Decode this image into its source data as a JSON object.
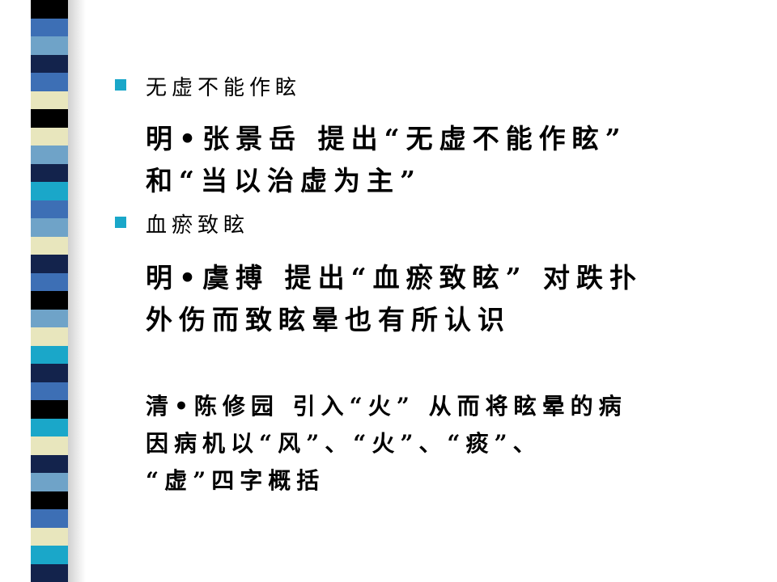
{
  "slide": {
    "stripes": [
      "#000000",
      "#3d6fb5",
      "#6fa3c8",
      "#13234c",
      "#3d6fb5",
      "#e8e6bd",
      "#000000",
      "#e8e6bd",
      "#6fa3c8",
      "#13234c",
      "#1aa7c9",
      "#3d6fb5",
      "#6fa3c8",
      "#e8e6bd",
      "#13234c",
      "#3d6fb5",
      "#000000",
      "#6fa3c8",
      "#e8e6bd",
      "#1aa7c9",
      "#13234c",
      "#3d6fb5",
      "#000000",
      "#1aa7c9",
      "#e8e6bd",
      "#13234c",
      "#6fa3c8",
      "#000000",
      "#3d6fb5",
      "#e8e6bd",
      "#1aa7c9",
      "#13234c"
    ],
    "bullet_color": "#1aa7c9",
    "section1": {
      "heading": "无虚不能作眩",
      "lines": [
        "明•张景岳 提出“无虚不能作眩”",
        "和“当以治虚为主”"
      ]
    },
    "section2": {
      "heading": "血瘀致眩",
      "lines": [
        "明•虞搏 提出“血瘀致眩” 对跌扑",
        "外伤而致眩晕也有所认识"
      ]
    },
    "section3": {
      "lines": [
        "清•陈修园 引入“火” 从而将眩晕的病",
        "因病机以“风”、“火”、“痰”、",
        "“虚”四字概括"
      ]
    }
  }
}
